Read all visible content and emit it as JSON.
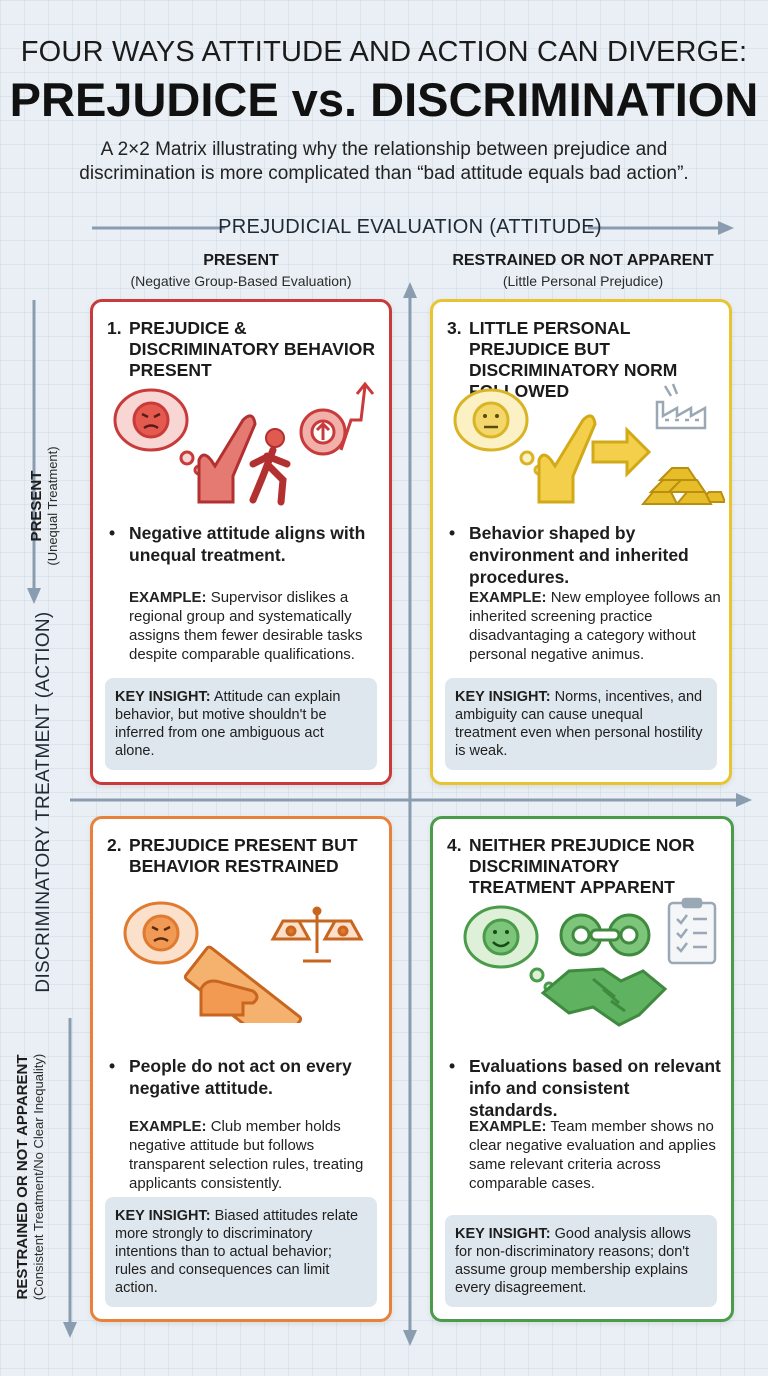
{
  "header": {
    "title_line1": "FOUR WAYS ATTITUDE AND ACTION CAN DIVERGE:",
    "title_line2": "PREJUDICE vs. DISCRIMINATION",
    "subtitle": "A 2×2 Matrix illustrating why the relationship between prejudice and discrimination is more complicated than “bad attitude equals bad action”."
  },
  "axes": {
    "x_title": "PREJUDICIAL EVALUATION (ATTITUDE)",
    "y_title": "DISCRIMINATORY TREATMENT (ACTION)",
    "columns": [
      {
        "heading": "PRESENT",
        "sub": "(Negative Group-Based Evaluation)"
      },
      {
        "heading": "RESTRAINED OR NOT APPARENT",
        "sub": "(Little Personal Prejudice)"
      }
    ],
    "rows": [
      {
        "heading": "PRESENT",
        "sub": "(Unequal Treatment)"
      },
      {
        "heading": "RESTRAINED OR NOT APPARENT",
        "sub": "(Consistent Treatment/No Clear Inequality)"
      }
    ],
    "axis_color": "#8a9db0"
  },
  "quadrants": [
    {
      "number": "1.",
      "title": "PREJUDICE & DISCRIMINATORY BEHAVIOR PRESENT",
      "color": "#c93a3a",
      "icons": [
        "angry-thought-icon",
        "stop-hand-icon",
        "walking-person-icon",
        "gear-arrow-up-icon"
      ],
      "bullet_mark": "•",
      "bullet": "Negative attitude aligns with unequal treatment.",
      "example_label": "EXAMPLE:",
      "example": "Supervisor dislikes a regional group and systematically assigns them fewer desirable tasks despite comparable qualifications.",
      "insight_label": "KEY INSIGHT:",
      "insight": "Attitude can explain behavior, but motive shouldn't be inferred from one ambiguous act alone."
    },
    {
      "number": "3.",
      "title": "LITTLE PERSONAL PREJUDICE BUT DISCRIMINATORY NORM FOLLOWED",
      "color": "#e8c431",
      "icons": [
        "neutral-thought-icon",
        "hand-arrow-icon",
        "factory-icon",
        "gold-bars-icon"
      ],
      "bullet_mark": "•",
      "bullet": "Behavior shaped by environment and inherited procedures.",
      "example_label": "EXAMPLE:",
      "example": "New employee follows an inherited screening practice disadvantaging a category without personal negative animus.",
      "insight_label": "KEY INSIGHT:",
      "insight": "Norms, incentives, and ambiguity can cause unequal treatment even when personal hostility is weak."
    },
    {
      "number": "2.",
      "title": "PREJUDICE PRESENT BUT BEHAVIOR RESTRAINED",
      "color": "#e8823a",
      "icons": [
        "angry-thought-icon",
        "scales-icon",
        "hand-ruler-icon"
      ],
      "bullet_mark": "•",
      "bullet": "People do not act on every negative attitude.",
      "example_label": "EXAMPLE:",
      "example": "Club member holds negative attitude but follows transparent selection rules, treating applicants consistently.",
      "insight_label": "KEY INSIGHT:",
      "insight": "Biased attitudes relate more strongly to discriminatory intentions than to actual behavior; rules and consequences can limit action."
    },
    {
      "number": "4.",
      "title": "NEITHER PREJUDICE NOR DISCRIMINATORY TREATMENT APPARENT",
      "color": "#4a9c4a",
      "icons": [
        "smile-thought-icon",
        "linked-gears-icon",
        "checklist-icon",
        "handshake-icon"
      ],
      "bullet_mark": "•",
      "bullet": "Evaluations based on relevant info and consistent standards.",
      "example_label": "EXAMPLE:",
      "example": "Team member shows no clear negative evaluation and applies same relevant criteria across comparable cases.",
      "insight_label": "KEY INSIGHT:",
      "insight": "Good analysis allows for non-discriminatory reasons; don't assume group membership explains every disagreement."
    }
  ]
}
